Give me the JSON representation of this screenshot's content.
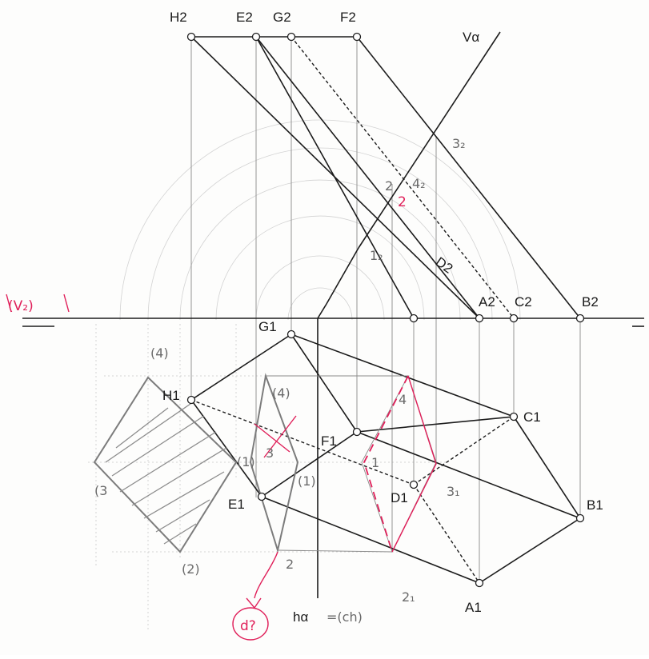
{
  "points": {
    "H2": "H2",
    "E2": "E2",
    "G2": "G2",
    "F2": "F2",
    "A2": "A2",
    "C2": "C2",
    "B2": "B2",
    "D2": "D2",
    "G1": "G1",
    "H1": "H1",
    "C1": "C1",
    "F1": "F1",
    "E1": "E1",
    "D1": "D1",
    "B1": "B1",
    "A1": "A1"
  },
  "plane": {
    "v_trace": "Vα",
    "h_trace": "hα",
    "h_trace_note": "=(ch)"
  },
  "axis_label": "(V₂)",
  "annotations": {
    "p3_2": "3₂",
    "p4_2": "4₂",
    "p2_2": "2",
    "p2_2_sub": "2",
    "p1_2": "1₂",
    "p3_1": "3₁",
    "p2_1": "2₁",
    "p4_1": "4",
    "p1_1": "1",
    "lam4": "(4)",
    "lam3": "3",
    "lam1": "(1)",
    "lam2": "2",
    "rot4": "(4)",
    "rot3": "(3",
    "rot1": "(1)",
    "rot2": "(2)",
    "question": "d?"
  },
  "colors": {
    "ink": "#1c1c1c",
    "pen": "#e0205a",
    "pencil": "#7c7c7c"
  }
}
